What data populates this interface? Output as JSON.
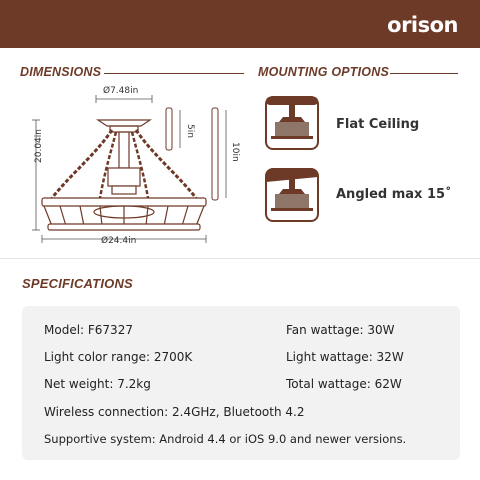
{
  "brand": {
    "name": "orison",
    "accent": "#6e3a28"
  },
  "dimensions": {
    "title": "DIMENSIONS",
    "canopy_diameter": "Ø7.48in",
    "overall_height": "20.04in",
    "body_diameter": "Ø24.4in",
    "downrod_short": "5in",
    "downrod_long": "10in"
  },
  "mounting": {
    "title": "MOUNTING OPTIONS",
    "options": [
      {
        "label": "Flat Ceiling",
        "icon": "flat-ceiling-icon"
      },
      {
        "label": "Angled max 15˚",
        "icon": "angled-ceiling-icon"
      }
    ]
  },
  "specifications": {
    "title": "SPECIFICATIONS",
    "model": "Model: F67327",
    "fan_wattage": "Fan wattage: 30W",
    "light_color": "Light color range: 2700K",
    "light_wattage": "Light wattage: 32W",
    "net_weight": "Net weight: 7.2kg",
    "total_wattage": "Total wattage: 62W",
    "wireless": "Wireless connection: 2.4GHz, Bluetooth 4.2",
    "system": "Supportive system: Android 4.4 or iOS 9.0 and newer versions."
  }
}
